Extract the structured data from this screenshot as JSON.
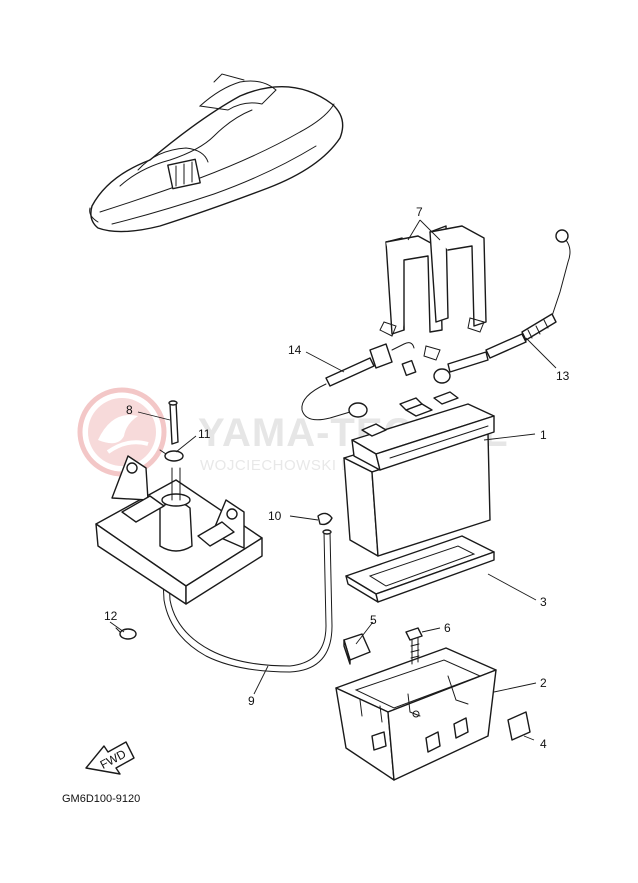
{
  "watermark": {
    "title": "YAMA-TECH.PL",
    "subtitle": "WOJCIECHOWSKI DEALER YAMAHA",
    "logo_color": "#f3c7c7",
    "text_color": "#e6e6e6"
  },
  "diagram_code": "GM6D100-9120",
  "fwd_label": "FWD",
  "callouts": {
    "c1": "1",
    "c2": "2",
    "c3": "3",
    "c4": "4",
    "c5": "5",
    "c6": "6",
    "c7": "7",
    "c8": "8",
    "c9": "9",
    "c10": "10",
    "c11": "11",
    "c12": "12",
    "c13": "13",
    "c14": "14"
  }
}
